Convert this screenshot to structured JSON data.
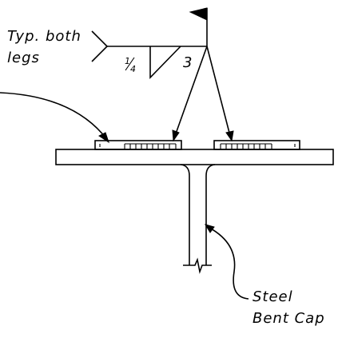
{
  "weld_note": {
    "note_line1": "Typ. both",
    "note_line2": "legs",
    "fillet_size": "1/4",
    "fillet_size_num": "1",
    "fillet_size_den": "4",
    "weld_length": "3"
  },
  "callout": {
    "line1": "Steel",
    "line2": "Bent Cap"
  }
}
